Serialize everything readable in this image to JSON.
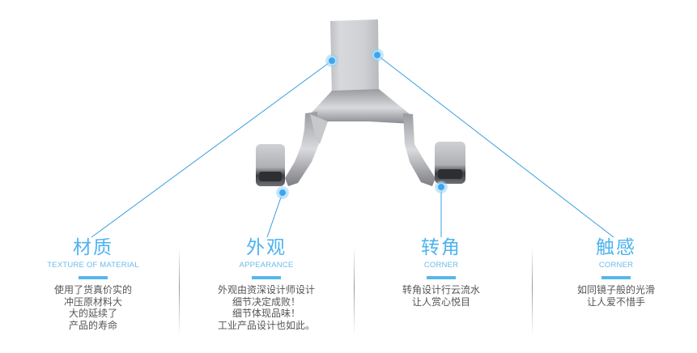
{
  "colors": {
    "accent": "#4eb3ef",
    "subtitle": "#6cbbea",
    "bar": "#59b6ec",
    "body_text": "#555555",
    "callout_line": "#3a9ee0"
  },
  "product": {
    "name": "stamped-metal-clip",
    "callouts": [
      {
        "id": "material",
        "dot": [
          410,
          75
        ],
        "end": [
          113,
          293
        ]
      },
      {
        "id": "appearance",
        "dot": [
          349,
          238
        ],
        "end": [
          330,
          293
        ]
      },
      {
        "id": "corner",
        "dot": [
          545,
          231
        ],
        "end": [
          545,
          293
        ]
      },
      {
        "id": "touch",
        "dot": [
          466,
          68
        ],
        "end": [
          758,
          293
        ]
      }
    ]
  },
  "features": [
    {
      "title": "材质",
      "subtitle": "TEXTURE OF MATERIAL",
      "lines": [
        "使用了货真价实的",
        "冲压原材料大",
        "大的延续了",
        "产品的寿命"
      ]
    },
    {
      "title": "外观",
      "subtitle": "APPEARANCE",
      "lines": [
        "外观由资深设计师设计",
        "细节决定成败！",
        "细节体现品味！",
        "工业产品设计也如此。"
      ]
    },
    {
      "title": "转角",
      "subtitle": "CORNER",
      "lines": [
        "转角设计行云流水",
        "让人赏心悦目"
      ]
    },
    {
      "title": "触感",
      "subtitle": "CORNER",
      "lines": [
        "如同镜子般的光滑",
        "让人爱不惜手"
      ]
    }
  ]
}
